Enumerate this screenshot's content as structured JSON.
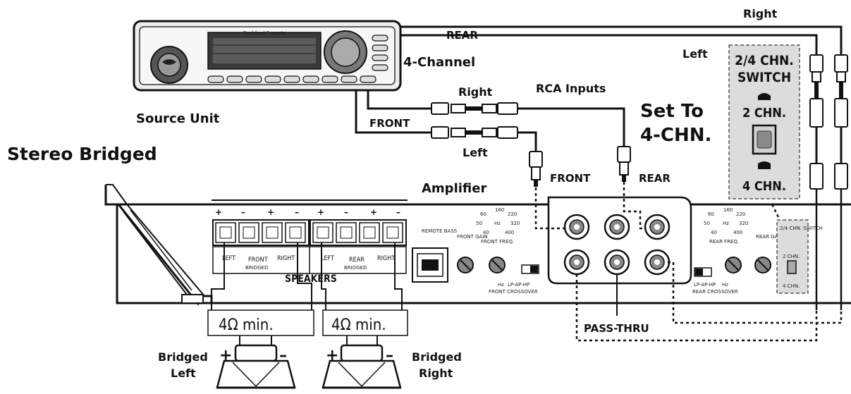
{
  "title": "Stereo Bridged",
  "source_unit": {
    "label": "Source Unit",
    "brand": "Rockford Fosgate"
  },
  "wires": {
    "right_top": "Right",
    "rear": "REAR",
    "left_top": "Left",
    "channel_count": "4-Channel",
    "right_mid": "Right",
    "rca_inputs": "RCA Inputs",
    "front": "FRONT",
    "left_mid": "Left"
  },
  "instruction": {
    "line1": "Set To",
    "line2": "4-CHN."
  },
  "switch_panel": {
    "title_line1": "2/4 CHN.",
    "title_line2": "SWITCH",
    "option_2": "2 CHN.",
    "option_4": "4 CHN."
  },
  "amplifier": {
    "label": "Amplifier",
    "rca_front": "FRONT",
    "rca_rear": "REAR",
    "pass_thru": "PASS-THRU",
    "speakers": "SPEAKERS",
    "terminal_signs": [
      "+",
      "–",
      "+",
      "–",
      "+",
      "–",
      "+",
      "–"
    ],
    "front_group": {
      "left": "LEFT",
      "front": "FRONT",
      "right": "RIGHT",
      "bridged": "BRIDGED"
    },
    "rear_group": {
      "left": "LEFT",
      "rear": "REAR",
      "right": "RIGHT",
      "bridged": "BRIDGED"
    },
    "remote_bass": "REMOTE BASS",
    "front_gain": "FRONT GAIN",
    "front_freq": "FRONT FREQ.",
    "front_crossover": "FRONT CROSSOVER",
    "rear_freq": "REAR FREQ.",
    "rear_gain": "REAR GAIN",
    "rear_crossover": "REAR CROSSOVER",
    "small_switch_title": "2/4 CHN. SWITCH",
    "small_switch_2": "2 CHN.",
    "small_switch_4": "4 CHN.",
    "filter_modes": "LP-AP-HP",
    "freq_ticks": [
      "60",
      "160",
      "220",
      "50",
      "Hz",
      "320",
      "40",
      "400"
    ],
    "hz": "Hz"
  },
  "speakers": {
    "left_impedance": "4Ω min.",
    "right_impedance": "4Ω min.",
    "left_label_1": "Bridged",
    "left_label_2": "Left",
    "right_label_1": "Bridged",
    "right_label_2": "Right",
    "plus": "+",
    "minus": "–"
  }
}
